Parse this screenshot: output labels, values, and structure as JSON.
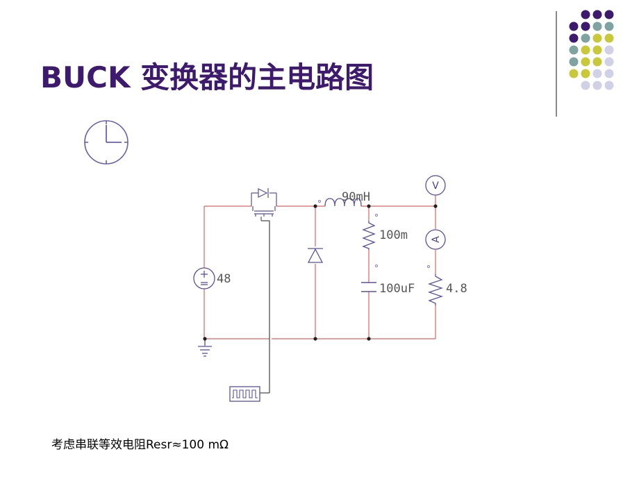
{
  "slide": {
    "title": "BUCK 变换器的主电路图",
    "caption": "考虑串联等效电阻Resr≈100 mΩ"
  },
  "theme": {
    "title_color": "#3d1a6e",
    "wire_color": "#e06060",
    "component_color": "#5a4ea0",
    "ground_wire_color": "#333333",
    "dot_purple": "#3d1a6e",
    "dot_teal": "#7fa3a0",
    "dot_olive": "#c8c838",
    "dot_lavender": "#d0d0e6"
  },
  "circuit": {
    "source_label": "48",
    "inductor_label": "90mH",
    "esr_label": "100m",
    "capacitor_label": "100uF",
    "load_label": "4.8",
    "voltmeter_symbol": "V",
    "ammeter_symbol": "A"
  }
}
